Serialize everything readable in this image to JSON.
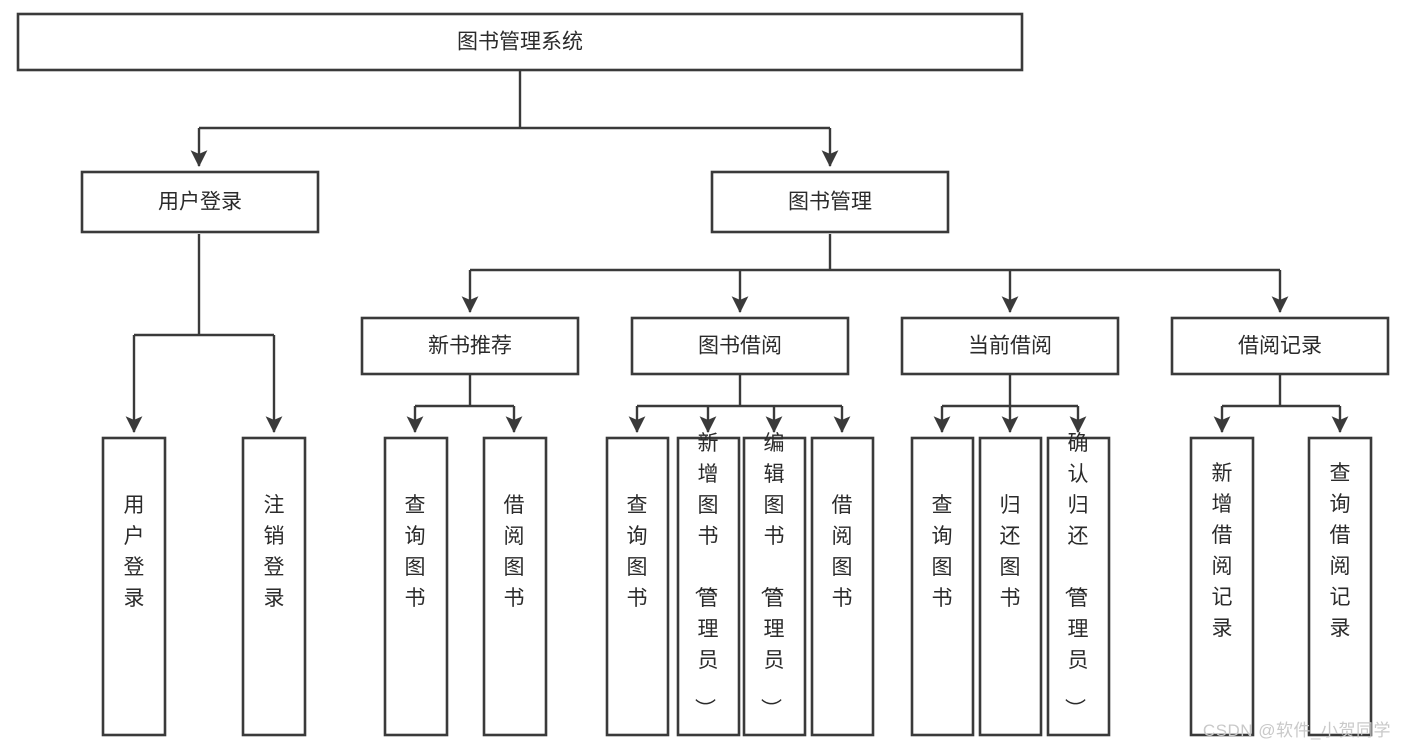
{
  "diagram": {
    "type": "tree-hierarchy-chart",
    "title": "图书管理系统",
    "orientation": "top-down",
    "colors": {
      "box_stroke": "#3a3a3a",
      "box_fill": "#ffffff",
      "text": "#2b2b2b",
      "edge": "#3a3a3a",
      "background": "#ffffff",
      "watermark": "#c9c9c9"
    },
    "root": {
      "label": "图书管理系统"
    },
    "level2": [
      {
        "label": "用户登录"
      },
      {
        "label": "图书管理"
      }
    ],
    "level3": [
      {
        "label": "新书推荐"
      },
      {
        "label": "图书借阅"
      },
      {
        "label": "当前借阅"
      },
      {
        "label": "借阅记录"
      }
    ],
    "leaves": {
      "user_login": [
        {
          "label": "用户登录"
        },
        {
          "label": "注销登录"
        }
      ],
      "new_book_recommend": [
        {
          "label": "查询图书"
        },
        {
          "label": "借阅图书"
        }
      ],
      "book_borrow": [
        {
          "label": "查询图书"
        },
        {
          "label": "新增图书（管理员）"
        },
        {
          "label": "编辑图书（管理员）"
        },
        {
          "label": "借阅图书"
        }
      ],
      "current_borrow": [
        {
          "label": "查询图书"
        },
        {
          "label": "归还图书"
        },
        {
          "label": "确认归还（管理员）"
        }
      ],
      "borrow_record": [
        {
          "label": "新增借阅记录"
        },
        {
          "label": "查询借阅记录"
        }
      ]
    }
  },
  "watermark": {
    "text": "CSDN @软件_小贺同学"
  }
}
